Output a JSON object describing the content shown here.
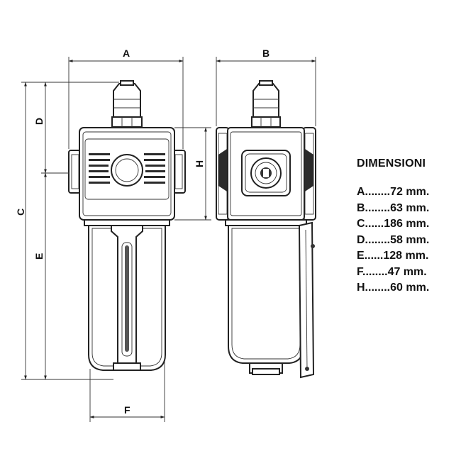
{
  "dimension_letters": {
    "a": "A",
    "b": "B",
    "c": "C",
    "d": "D",
    "e": "E",
    "f": "F",
    "h": "H"
  },
  "legend": {
    "title": "DIMENSIONI",
    "rows": [
      "A........72 mm.",
      "B........63 mm.",
      "C......186 mm.",
      "D........58 mm.",
      "E......128 mm.",
      "F........47 mm.",
      "H........60 mm."
    ]
  }
}
